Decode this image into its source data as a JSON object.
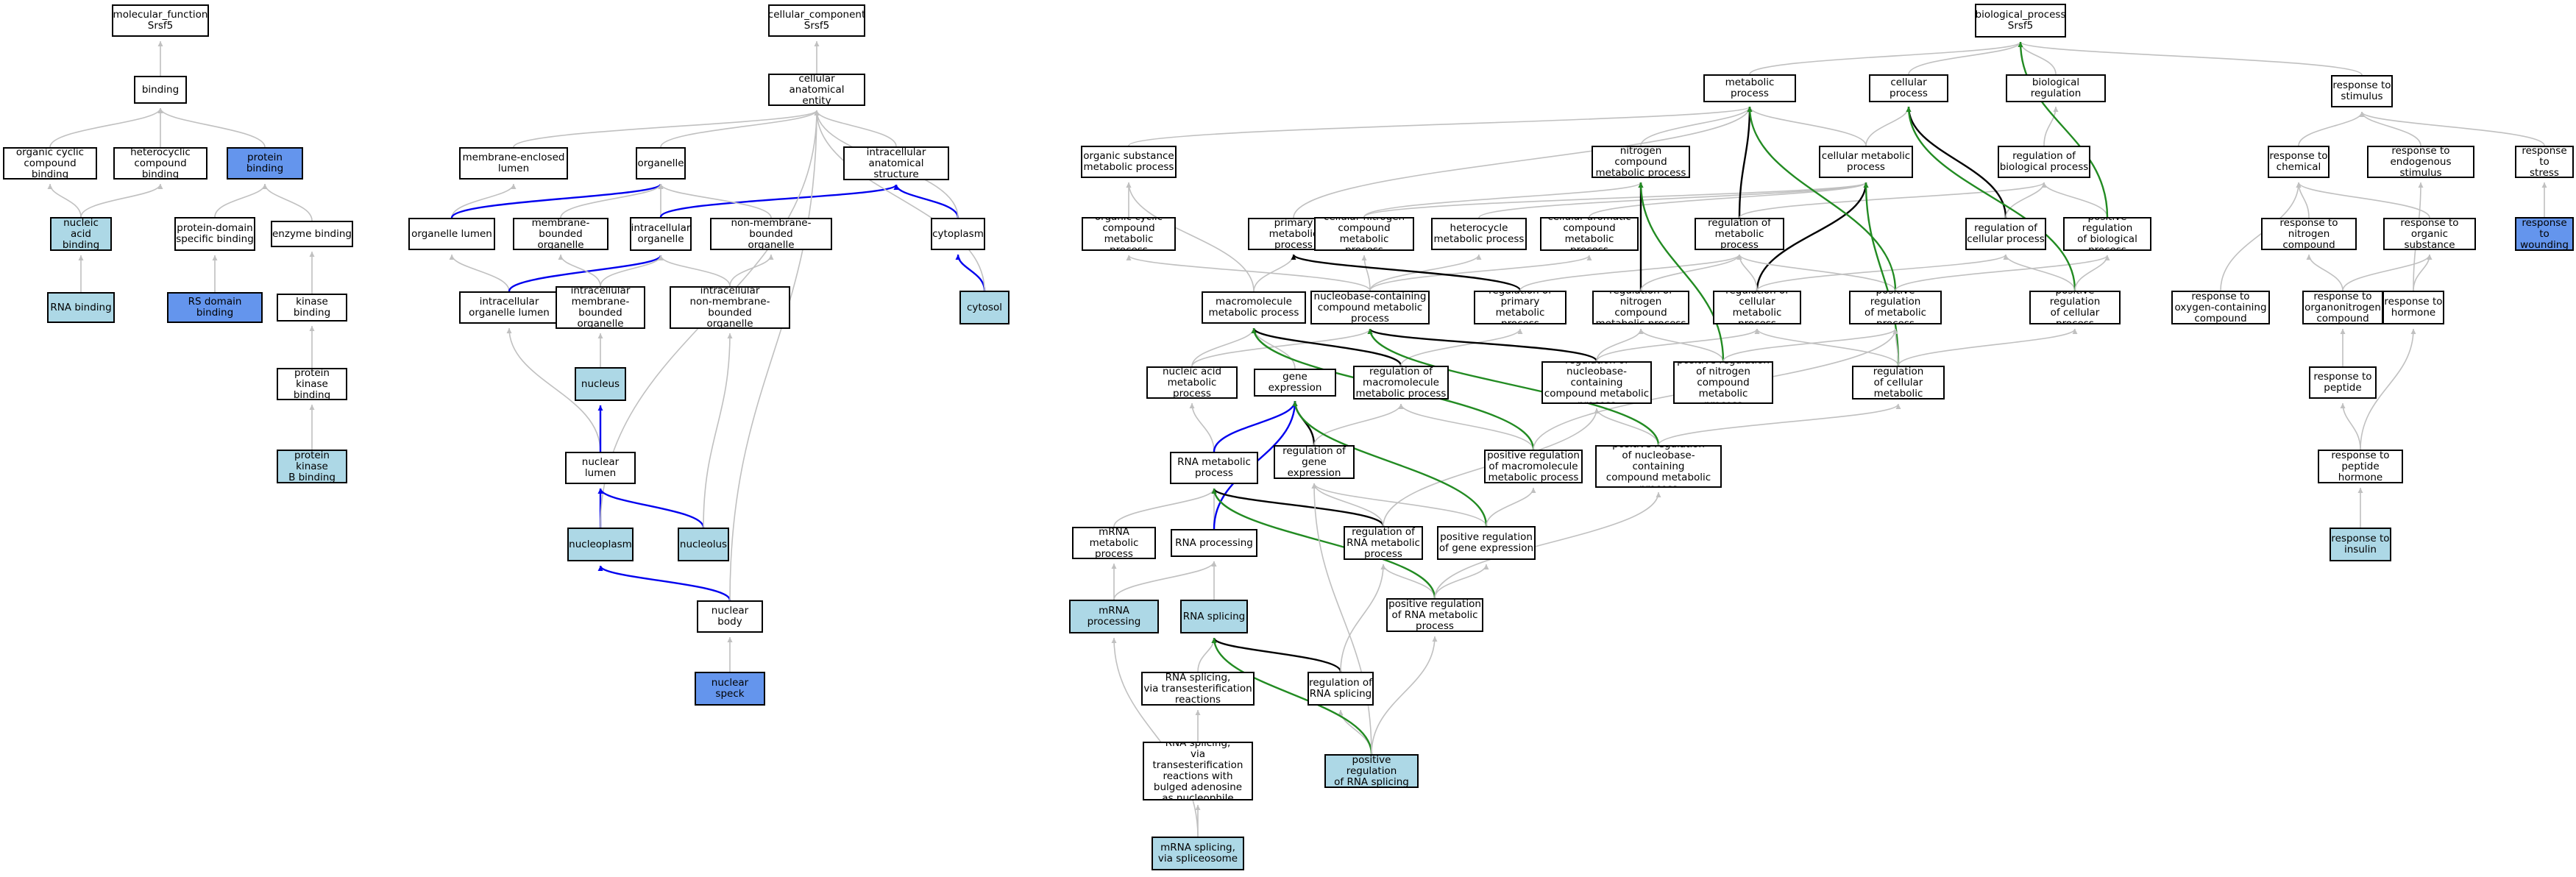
{
  "colors": {
    "default": "#ffffff",
    "light": "#add8e6",
    "dark": "#6495ed",
    "gray_edge": "#c0c0c0",
    "black_edge": "#000000",
    "blue_edge": "#0000ee",
    "green_edge": "#228b22"
  },
  "nodes": [
    {
      "id": "mf",
      "label": "molecular_function\nSrsf5",
      "fill": "default"
    },
    {
      "id": "binding",
      "label": "binding",
      "fill": "default"
    },
    {
      "id": "occb",
      "label": "organic cyclic\ncompound binding",
      "fill": "default"
    },
    {
      "id": "hcb",
      "label": "heterocyclic\ncompound binding",
      "fill": "default"
    },
    {
      "id": "pb",
      "label": "protein binding",
      "fill": "dark"
    },
    {
      "id": "nab",
      "label": "nucleic acid\nbinding",
      "fill": "light"
    },
    {
      "id": "pdsb",
      "label": "protein-domain\nspecific binding",
      "fill": "default"
    },
    {
      "id": "eb",
      "label": "enzyme binding",
      "fill": "default"
    },
    {
      "id": "rnab",
      "label": "RNA binding",
      "fill": "light"
    },
    {
      "id": "rsdb",
      "label": "RS domain binding",
      "fill": "dark"
    },
    {
      "id": "kb",
      "label": "kinase binding",
      "fill": "default"
    },
    {
      "id": "pkb",
      "label": "protein kinase\nbinding",
      "fill": "default"
    },
    {
      "id": "pkbb",
      "label": "protein kinase\nB binding",
      "fill": "light"
    },
    {
      "id": "cc",
      "label": "cellular_component\nSrsf5",
      "fill": "default"
    },
    {
      "id": "cae",
      "label": "cellular anatomical\nentity",
      "fill": "default"
    },
    {
      "id": "mel",
      "label": "membrane-enclosed\nlumen",
      "fill": "default"
    },
    {
      "id": "org",
      "label": "organelle",
      "fill": "default"
    },
    {
      "id": "ias",
      "label": "intracellular\nanatomical structure",
      "fill": "default"
    },
    {
      "id": "ol",
      "label": "organelle lumen",
      "fill": "default"
    },
    {
      "id": "mbo",
      "label": "membrane-bounded\norganelle",
      "fill": "default"
    },
    {
      "id": "io",
      "label": "intracellular\norganelle",
      "fill": "default"
    },
    {
      "id": "nmbo",
      "label": "non-membrane-bounded\norganelle",
      "fill": "default"
    },
    {
      "id": "cyto",
      "label": "cytoplasm",
      "fill": "default"
    },
    {
      "id": "iol",
      "label": "intracellular\norganelle lumen",
      "fill": "default"
    },
    {
      "id": "imbo",
      "label": "intracellular\nmembrane-bounded\norganelle",
      "fill": "default"
    },
    {
      "id": "inmbo",
      "label": "intracellular\nnon-membrane-bounded\norganelle",
      "fill": "default"
    },
    {
      "id": "cytosol",
      "label": "cytosol",
      "fill": "light"
    },
    {
      "id": "nucleus",
      "label": "nucleus",
      "fill": "light"
    },
    {
      "id": "nl",
      "label": "nuclear lumen",
      "fill": "default"
    },
    {
      "id": "npl",
      "label": "nucleoplasm",
      "fill": "light"
    },
    {
      "id": "ncl",
      "label": "nucleolus",
      "fill": "light"
    },
    {
      "id": "nb",
      "label": "nuclear body",
      "fill": "default"
    },
    {
      "id": "ns",
      "label": "nuclear speck",
      "fill": "dark"
    },
    {
      "id": "bp",
      "label": "biological_process\nSrsf5",
      "fill": "default"
    },
    {
      "id": "mp",
      "label": "metabolic process",
      "fill": "default"
    },
    {
      "id": "cp",
      "label": "cellular process",
      "fill": "default"
    },
    {
      "id": "br",
      "label": "biological regulation",
      "fill": "default"
    },
    {
      "id": "rts",
      "label": "response to\nstimulus",
      "fill": "default"
    },
    {
      "id": "osmp",
      "label": "organic substance\nmetabolic process",
      "fill": "default"
    },
    {
      "id": "ncmp",
      "label": "nitrogen compound\nmetabolic process",
      "fill": "default"
    },
    {
      "id": "cmp",
      "label": "cellular metabolic\nprocess",
      "fill": "default"
    },
    {
      "id": "rbp",
      "label": "regulation of\nbiological process",
      "fill": "default"
    },
    {
      "id": "rtc",
      "label": "response to\nchemical",
      "fill": "default"
    },
    {
      "id": "rtes",
      "label": "response to\nendogenous stimulus",
      "fill": "default"
    },
    {
      "id": "rtstr",
      "label": "response to\nstress",
      "fill": "default"
    },
    {
      "id": "occmp",
      "label": "organic cyclic\ncompound metabolic\nprocess",
      "fill": "default"
    },
    {
      "id": "pmp",
      "label": "primary metabolic\nprocess",
      "fill": "default"
    },
    {
      "id": "cncmp",
      "label": "cellular nitrogen\ncompound metabolic\nprocess",
      "fill": "default"
    },
    {
      "id": "hmp",
      "label": "heterocycle\nmetabolic process",
      "fill": "default"
    },
    {
      "id": "cacmp",
      "label": "cellular aromatic\ncompound metabolic\nprocess",
      "fill": "default"
    },
    {
      "id": "rmp",
      "label": "regulation of\nmetabolic process",
      "fill": "default"
    },
    {
      "id": "rcp",
      "label": "regulation of\ncellular process",
      "fill": "default"
    },
    {
      "id": "prbp",
      "label": "positive regulation\nof biological\nprocess",
      "fill": "default"
    },
    {
      "id": "rtnc",
      "label": "response to\nnitrogen compound",
      "fill": "default"
    },
    {
      "id": "rtos",
      "label": "response to\norganic substance",
      "fill": "default"
    },
    {
      "id": "rtw",
      "label": "response to\nwounding",
      "fill": "dark"
    },
    {
      "id": "mmp",
      "label": "macromolecule\nmetabolic process",
      "fill": "default"
    },
    {
      "id": "nccmp",
      "label": "nucleobase-containing\ncompound metabolic\nprocess",
      "fill": "default"
    },
    {
      "id": "rpmp",
      "label": "regulation of\nprimary metabolic\nprocess",
      "fill": "default"
    },
    {
      "id": "rncmp",
      "label": "regulation of\nnitrogen compound\nmetabolic process",
      "fill": "default"
    },
    {
      "id": "rcmp",
      "label": "regulation of\ncellular metabolic\nprocess",
      "fill": "default"
    },
    {
      "id": "prmp",
      "label": "positive regulation\nof metabolic\nprocess",
      "fill": "default"
    },
    {
      "id": "prcp",
      "label": "positive regulation\nof cellular\nprocess",
      "fill": "default"
    },
    {
      "id": "rtocc",
      "label": "response to\noxygen-containing\ncompound",
      "fill": "default"
    },
    {
      "id": "rtonc",
      "label": "response to\norganonitrogen\ncompound",
      "fill": "default"
    },
    {
      "id": "rth",
      "label": "response to\nhormone",
      "fill": "default"
    },
    {
      "id": "namp",
      "label": "nucleic acid\nmetabolic process",
      "fill": "default"
    },
    {
      "id": "ge",
      "label": "gene expression",
      "fill": "default"
    },
    {
      "id": "rmmp",
      "label": "regulation of\nmacromolecule\nmetabolic process",
      "fill": "default"
    },
    {
      "id": "rnccmp",
      "label": "regulation of\nnucleobase-containing\ncompound metabolic\nprocess",
      "fill": "default"
    },
    {
      "id": "prncmp",
      "label": "positive regulation\nof nitrogen\ncompound metabolic\nprocess",
      "fill": "default"
    },
    {
      "id": "prcmp",
      "label": "positive regulation\nof cellular\nmetabolic process",
      "fill": "default"
    },
    {
      "id": "rtp",
      "label": "response to\npeptide",
      "fill": "default"
    },
    {
      "id": "rnamp",
      "label": "RNA metabolic\nprocess",
      "fill": "default"
    },
    {
      "id": "rge",
      "label": "regulation of\ngene expression",
      "fill": "default"
    },
    {
      "id": "prmmp",
      "label": "positive regulation\nof macromolecule\nmetabolic process",
      "fill": "default"
    },
    {
      "id": "prnccmp",
      "label": "positive regulation\nof nucleobase-containing\ncompound metabolic\nprocess",
      "fill": "default"
    },
    {
      "id": "rtph",
      "label": "response to\npeptide hormone",
      "fill": "default"
    },
    {
      "id": "mrnamp",
      "label": "mRNA metabolic\nprocess",
      "fill": "default"
    },
    {
      "id": "rnap",
      "label": "RNA processing",
      "fill": "default"
    },
    {
      "id": "rrnamp",
      "label": "regulation of\nRNA metabolic\nprocess",
      "fill": "default"
    },
    {
      "id": "prge",
      "label": "positive regulation\nof gene expression",
      "fill": "default"
    },
    {
      "id": "rti",
      "label": "response to\ninsulin",
      "fill": "light"
    },
    {
      "id": "mrnap",
      "label": "mRNA processing",
      "fill": "light"
    },
    {
      "id": "rnas",
      "label": "RNA splicing",
      "fill": "light"
    },
    {
      "id": "prrnamp",
      "label": "positive regulation\nof RNA metabolic\nprocess",
      "fill": "default"
    },
    {
      "id": "rsvtr",
      "label": "RNA splicing,\nvia transesterification\nreactions",
      "fill": "default"
    },
    {
      "id": "rrnas",
      "label": "regulation of\nRNA splicing",
      "fill": "default"
    },
    {
      "id": "rsvtrba",
      "label": "RNA splicing,\nvia transesterification\nreactions with\nbulged adenosine\nas nucleophile",
      "fill": "default"
    },
    {
      "id": "prrnas",
      "label": "positive regulation\nof RNA splicing",
      "fill": "light"
    },
    {
      "id": "mrnasvs",
      "label": "mRNA splicing,\nvia spliceosome",
      "fill": "light"
    }
  ],
  "edges": [
    [
      "binding",
      "mf",
      "gray"
    ],
    [
      "occb",
      "binding",
      "gray"
    ],
    [
      "hcb",
      "binding",
      "gray"
    ],
    [
      "pb",
      "binding",
      "gray"
    ],
    [
      "nab",
      "occb",
      "gray"
    ],
    [
      "nab",
      "hcb",
      "gray"
    ],
    [
      "pdsb",
      "pb",
      "gray"
    ],
    [
      "eb",
      "pb",
      "gray"
    ],
    [
      "rnab",
      "nab",
      "gray"
    ],
    [
      "rsdb",
      "pdsb",
      "gray"
    ],
    [
      "kb",
      "eb",
      "gray"
    ],
    [
      "pkb",
      "kb",
      "gray"
    ],
    [
      "pkbb",
      "pkb",
      "gray"
    ],
    [
      "cae",
      "cc",
      "gray"
    ],
    [
      "mel",
      "cae",
      "gray"
    ],
    [
      "org",
      "cae",
      "gray"
    ],
    [
      "ias",
      "cae",
      "gray"
    ],
    [
      "ol",
      "mel",
      "gray"
    ],
    [
      "ol",
      "org",
      "blue"
    ],
    [
      "mbo",
      "org",
      "gray"
    ],
    [
      "io",
      "org",
      "gray"
    ],
    [
      "io",
      "ias",
      "blue"
    ],
    [
      "nmbo",
      "org",
      "gray"
    ],
    [
      "cyto",
      "ias",
      "blue"
    ],
    [
      "cyto",
      "cae",
      "gray"
    ],
    [
      "cytosol",
      "cyto",
      "blue"
    ],
    [
      "cytosol",
      "cae",
      "gray"
    ],
    [
      "iol",
      "ol",
      "gray"
    ],
    [
      "iol",
      "io",
      "blue"
    ],
    [
      "imbo",
      "mbo",
      "gray"
    ],
    [
      "imbo",
      "io",
      "gray"
    ],
    [
      "inmbo",
      "io",
      "gray"
    ],
    [
      "inmbo",
      "nmbo",
      "gray"
    ],
    [
      "nucleus",
      "imbo",
      "gray"
    ],
    [
      "nl",
      "iol",
      "gray"
    ],
    [
      "nl",
      "nucleus",
      "blue"
    ],
    [
      "npl",
      "nl",
      "blue"
    ],
    [
      "npl",
      "cae",
      "gray"
    ],
    [
      "ncl",
      "nl",
      "blue"
    ],
    [
      "ncl",
      "inmbo",
      "gray"
    ],
    [
      "nb",
      "npl",
      "blue"
    ],
    [
      "nb",
      "cae",
      "gray"
    ],
    [
      "ns",
      "nb",
      "gray"
    ],
    [
      "mp",
      "bp",
      "gray"
    ],
    [
      "cp",
      "bp",
      "gray"
    ],
    [
      "br",
      "bp",
      "gray"
    ],
    [
      "rts",
      "bp",
      "gray"
    ],
    [
      "osmp",
      "mp",
      "gray"
    ],
    [
      "ncmp",
      "mp",
      "gray"
    ],
    [
      "cmp",
      "mp",
      "gray"
    ],
    [
      "cmp",
      "cp",
      "gray"
    ],
    [
      "rbp",
      "br",
      "gray"
    ],
    [
      "rtc",
      "rts",
      "gray"
    ],
    [
      "rtes",
      "rts",
      "gray"
    ],
    [
      "rtstr",
      "rts",
      "gray"
    ],
    [
      "occmp",
      "osmp",
      "gray"
    ],
    [
      "pmp",
      "mp",
      "gray"
    ],
    [
      "cncmp",
      "ncmp",
      "gray"
    ],
    [
      "cncmp",
      "cmp",
      "gray"
    ],
    [
      "hmp",
      "cmp",
      "gray"
    ],
    [
      "cacmp",
      "cmp",
      "gray"
    ],
    [
      "rmp",
      "mp",
      "black"
    ],
    [
      "rmp",
      "rbp",
      "gray"
    ],
    [
      "rcp",
      "cp",
      "black"
    ],
    [
      "rcp",
      "rbp",
      "gray"
    ],
    [
      "prbp",
      "rbp",
      "gray"
    ],
    [
      "prbp",
      "bp",
      "green"
    ],
    [
      "rtnc",
      "rtc",
      "gray"
    ],
    [
      "rtos",
      "rtc",
      "gray"
    ],
    [
      "rtw",
      "rtstr",
      "gray"
    ],
    [
      "mmp",
      "pmp",
      "gray"
    ],
    [
      "mmp",
      "osmp",
      "gray"
    ],
    [
      "nccmp",
      "cncmp",
      "gray"
    ],
    [
      "nccmp",
      "hmp",
      "gray"
    ],
    [
      "nccmp",
      "occmp",
      "gray"
    ],
    [
      "nccmp",
      "cacmp",
      "gray"
    ],
    [
      "rpmp",
      "pmp",
      "black"
    ],
    [
      "rpmp",
      "rmp",
      "gray"
    ],
    [
      "rncmp",
      "ncmp",
      "black"
    ],
    [
      "rncmp",
      "rmp",
      "gray"
    ],
    [
      "rcmp",
      "cmp",
      "black"
    ],
    [
      "rcmp",
      "rcp",
      "gray"
    ],
    [
      "rcmp",
      "rmp",
      "gray"
    ],
    [
      "prmp",
      "rmp",
      "gray"
    ],
    [
      "prmp",
      "mp",
      "green"
    ],
    [
      "prmp",
      "prbp",
      "gray"
    ],
    [
      "prcp",
      "rcp",
      "gray"
    ],
    [
      "prcp",
      "cp",
      "green"
    ],
    [
      "prcp",
      "prbp",
      "gray"
    ],
    [
      "rtocc",
      "rtc",
      "gray"
    ],
    [
      "rtonc",
      "rtnc",
      "gray"
    ],
    [
      "rtonc",
      "rtos",
      "gray"
    ],
    [
      "rth",
      "rtes",
      "gray"
    ],
    [
      "rth",
      "rtos",
      "gray"
    ],
    [
      "namp",
      "mmp",
      "gray"
    ],
    [
      "namp",
      "nccmp",
      "gray"
    ],
    [
      "ge",
      "mmp",
      "gray"
    ],
    [
      "rmmp",
      "mmp",
      "black"
    ],
    [
      "rmmp",
      "rpmp",
      "gray"
    ],
    [
      "rnccmp",
      "nccmp",
      "black"
    ],
    [
      "rnccmp",
      "rncmp",
      "gray"
    ],
    [
      "rnccmp",
      "rcmp",
      "gray"
    ],
    [
      "prncmp",
      "rncmp",
      "gray"
    ],
    [
      "prncmp",
      "ncmp",
      "green"
    ],
    [
      "prncmp",
      "prmp",
      "gray"
    ],
    [
      "prcmp",
      "rcmp",
      "gray"
    ],
    [
      "prcmp",
      "cmp",
      "green"
    ],
    [
      "prcmp",
      "prmp",
      "gray"
    ],
    [
      "prcmp",
      "prcp",
      "gray"
    ],
    [
      "rtp",
      "rtonc",
      "gray"
    ],
    [
      "rnamp",
      "namp",
      "gray"
    ],
    [
      "rnamp",
      "ge",
      "blue"
    ],
    [
      "rge",
      "ge",
      "black"
    ],
    [
      "rge",
      "rmmp",
      "gray"
    ],
    [
      "prmmp",
      "rmmp",
      "gray"
    ],
    [
      "prmmp",
      "mmp",
      "green"
    ],
    [
      "prmmp",
      "prmp",
      "gray"
    ],
    [
      "prnccmp",
      "rnccmp",
      "gray"
    ],
    [
      "prnccmp",
      "nccmp",
      "green"
    ],
    [
      "prnccmp",
      "prcmp",
      "gray"
    ],
    [
      "rtph",
      "rtp",
      "gray"
    ],
    [
      "rtph",
      "rth",
      "gray"
    ],
    [
      "mrnamp",
      "rnamp",
      "gray"
    ],
    [
      "rnap",
      "rnamp",
      "gray"
    ],
    [
      "rnap",
      "ge",
      "blue"
    ],
    [
      "rrnamp",
      "rnamp",
      "black"
    ],
    [
      "rrnamp",
      "rnccmp",
      "gray"
    ],
    [
      "rrnamp",
      "rge",
      "gray"
    ],
    [
      "prge",
      "rge",
      "gray"
    ],
    [
      "prge",
      "ge",
      "green"
    ],
    [
      "prge",
      "prmmp",
      "gray"
    ],
    [
      "rti",
      "rtph",
      "gray"
    ],
    [
      "mrnap",
      "mrnamp",
      "gray"
    ],
    [
      "mrnap",
      "rnap",
      "gray"
    ],
    [
      "rnas",
      "rnap",
      "gray"
    ],
    [
      "prrnamp",
      "rrnamp",
      "gray"
    ],
    [
      "prrnamp",
      "rnamp",
      "green"
    ],
    [
      "prrnamp",
      "prnccmp",
      "gray"
    ],
    [
      "prrnamp",
      "prge",
      "gray"
    ],
    [
      "rsvtr",
      "rnas",
      "gray"
    ],
    [
      "rrnas",
      "rnas",
      "black"
    ],
    [
      "rrnas",
      "rrnamp",
      "gray"
    ],
    [
      "rsvtrba",
      "rsvtr",
      "gray"
    ],
    [
      "prrnas",
      "rrnas",
      "gray"
    ],
    [
      "prrnas",
      "rnas",
      "green"
    ],
    [
      "prrnas",
      "prrnamp",
      "gray"
    ],
    [
      "prrnas",
      "rge",
      "gray"
    ],
    [
      "mrnasvs",
      "mrnap",
      "gray"
    ],
    [
      "mrnasvs",
      "rsvtrba",
      "gray"
    ]
  ]
}
